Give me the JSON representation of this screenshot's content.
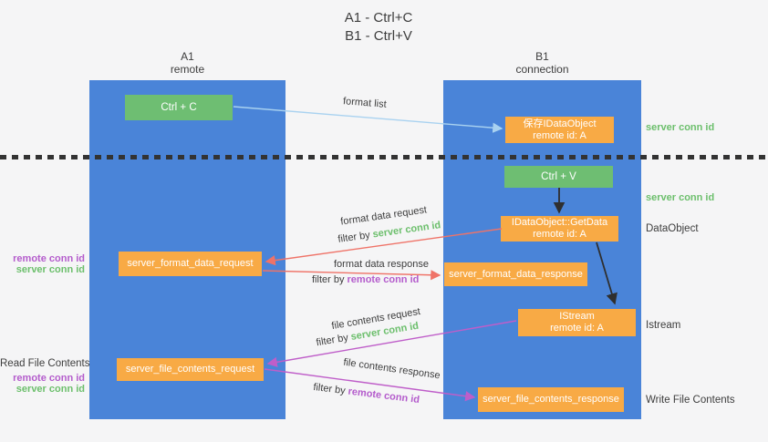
{
  "title": {
    "line1": "A1 - Ctrl+C",
    "line2": "B1 - Ctrl+V"
  },
  "lanes": {
    "a": {
      "id": "A1",
      "role": "remote"
    },
    "b": {
      "id": "B1",
      "role": "connection"
    }
  },
  "nodes": {
    "ctrl_c": {
      "label": "Ctrl + C"
    },
    "save_idataobject": {
      "line1": "保存IDataObject",
      "line2": "remote id: A"
    },
    "ctrl_v": {
      "label": "Ctrl + V"
    },
    "getdata": {
      "line1": "IDataObject::GetData",
      "line2": "remote id: A"
    },
    "format_request": {
      "label": "server_format_data_request"
    },
    "format_response": {
      "label": "server_format_data_response"
    },
    "istream": {
      "line1": "IStream",
      "line2": "remote id: A"
    },
    "file_request": {
      "label": "server_file_contents_request"
    },
    "file_response": {
      "label": "server_file_contents_response"
    }
  },
  "arrow_labels": {
    "format_list": "format list",
    "format_data_request": "format data request",
    "format_data_response": "format data response",
    "file_contents_request": "file contents request",
    "file_contents_response": "file contents response",
    "filter_by": "filter by ",
    "server_conn_id": "server conn id",
    "remote_conn_id": "remote conn id"
  },
  "side_labels": {
    "server_conn_id_top": "server conn id",
    "server_conn_id_mid": "server conn id",
    "dataobject": "DataObject",
    "istream": "Istream",
    "write_file_contents": "Write File Contents",
    "read_file_contents": "Read File Contents",
    "remote_conn_id": "remote conn id",
    "server_conn_id": "server conn id"
  },
  "colors": {
    "lane-blue": "#4a84d8",
    "node-green": "#6ebe72",
    "node-orange": "#f8aa45",
    "label-green": "#6cbf6c",
    "label-purple": "#b45ccc",
    "arrow-blue": "#a9d2f0",
    "arrow-red": "#ef7368",
    "arrow-magenta": "#bf5ec9",
    "arrow-black": "#2f2f2f",
    "text-dark": "#3d3d3d",
    "background": "#f5f5f6"
  }
}
